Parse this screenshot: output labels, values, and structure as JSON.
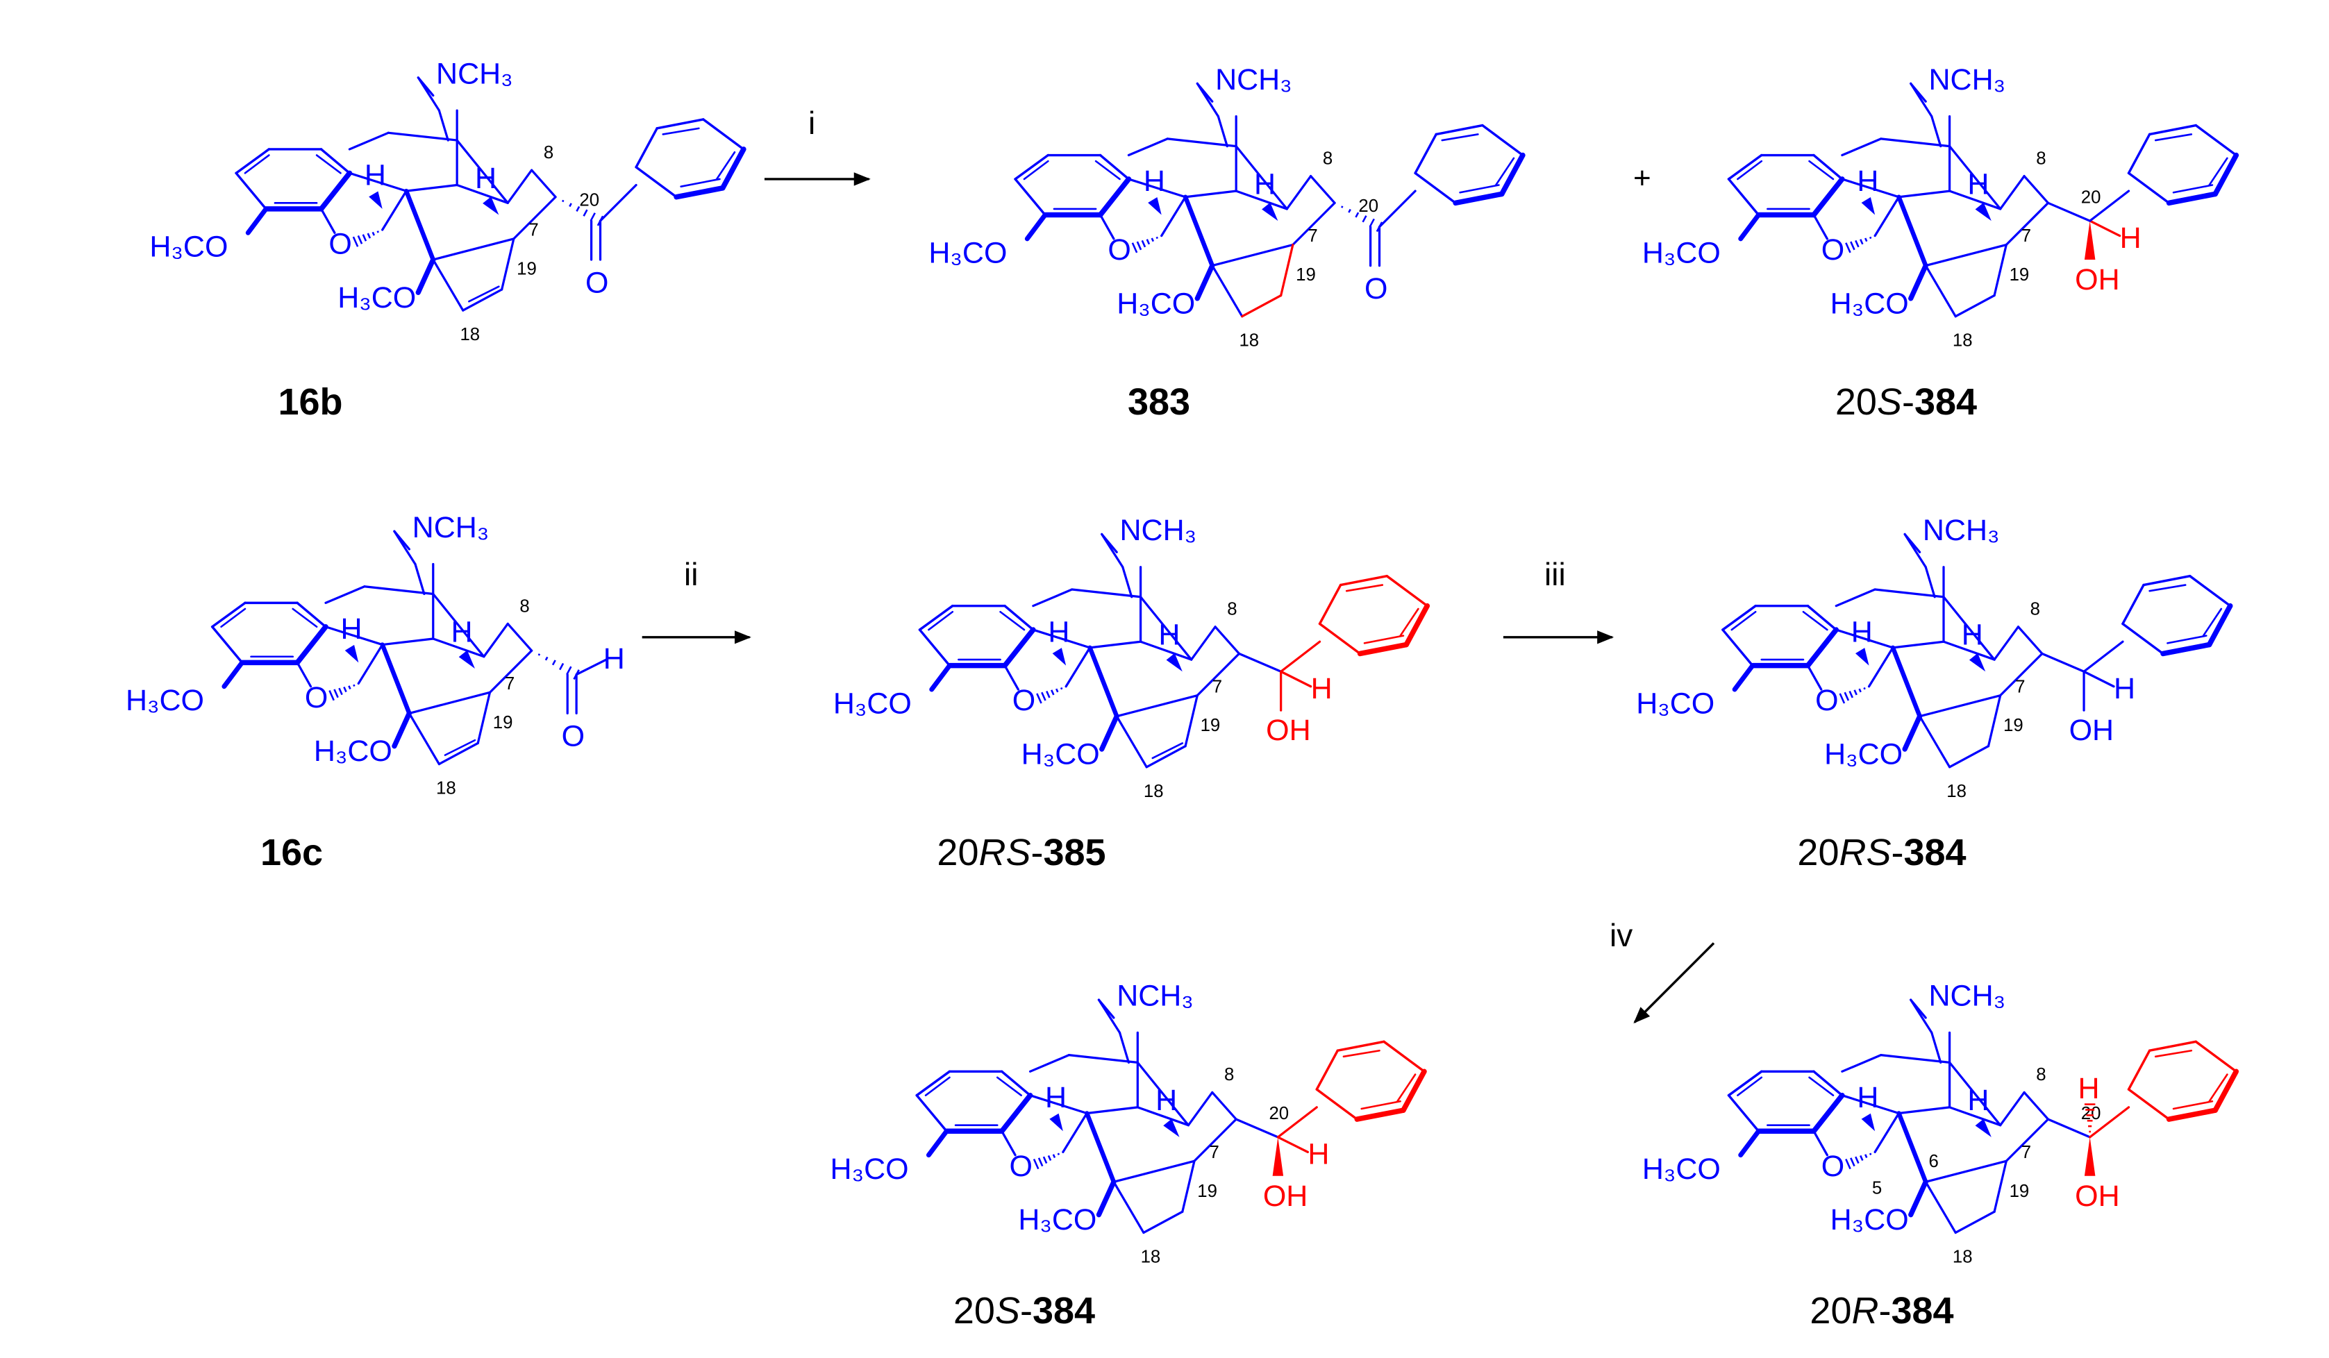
{
  "atoms": {
    "nch3": "NCH₃",
    "h3co": "H₃CO",
    "o": "O",
    "h": "H",
    "oh": "OH"
  },
  "numbers": {
    "n5": "5",
    "n6": "6",
    "n7": "7",
    "n8": "8",
    "n18": "18",
    "n19": "19",
    "n20": "20"
  },
  "steps": {
    "i": "i",
    "ii": "ii",
    "iii": "iii",
    "iv": "iv"
  },
  "plus": "+",
  "compounds": [
    {
      "prefix": "",
      "italic": "",
      "bold": "16b"
    },
    {
      "prefix": "",
      "italic": "",
      "bold": "383"
    },
    {
      "prefix": "20",
      "italic": "S",
      "bold": "384"
    },
    {
      "prefix": "",
      "italic": "",
      "bold": "16c"
    },
    {
      "prefix": "20",
      "italic": "RS",
      "bold": "385"
    },
    {
      "prefix": "20",
      "italic": "RS",
      "bold": "384"
    },
    {
      "prefix": "20",
      "italic": "S",
      "bold": "384"
    },
    {
      "prefix": "20",
      "italic": "R",
      "bold": "384"
    }
  ],
  "colors": {
    "structure": "#0000ff",
    "highlight": "#ff0000",
    "teal": "#1f7a6a",
    "arrow": "#000000"
  }
}
